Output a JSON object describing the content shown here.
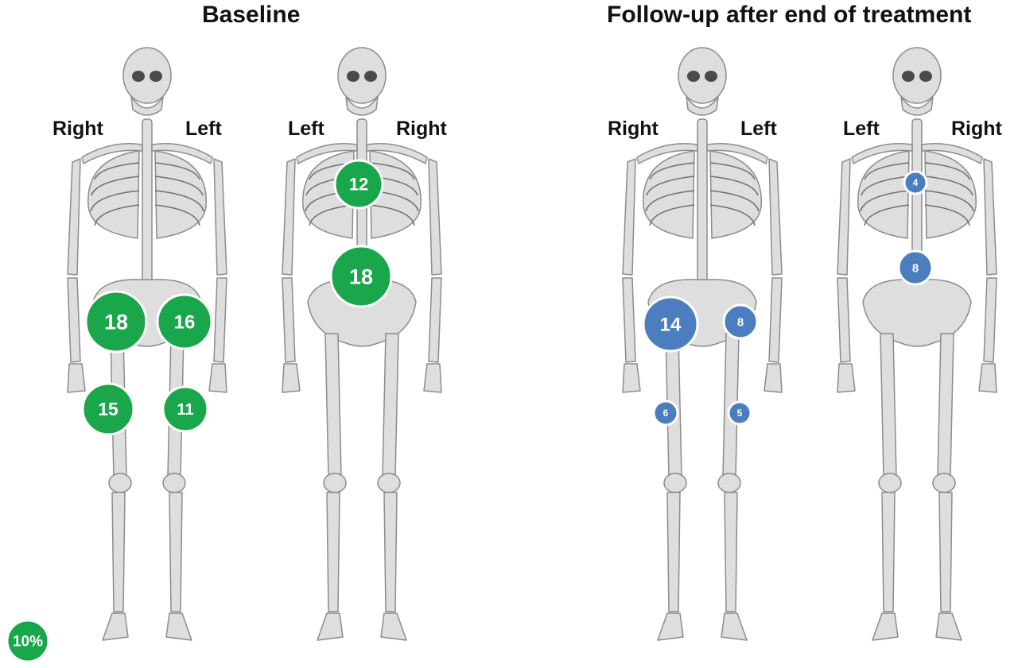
{
  "titles": {
    "baseline": "Baseline",
    "followup": "Follow-up after end of treatment"
  },
  "side_labels": {
    "baseline_anterior_right": "Right",
    "baseline_anterior_left": "Left",
    "baseline_posterior_left": "Left",
    "baseline_posterior_right": "Right",
    "followup_anterior_right": "Right",
    "followup_anterior_left": "Left",
    "followup_posterior_left": "Left",
    "followup_posterior_right": "Right"
  },
  "colors": {
    "baseline": "#1aa64a",
    "followup": "#4a7ebf",
    "bone": "#dcdcdc",
    "bone_outline": "#8a8a8a"
  },
  "legend": {
    "label": "10%"
  },
  "bubbles": {
    "baseline": [
      {
        "site": "right-hip",
        "value": "18"
      },
      {
        "site": "left-hip",
        "value": "16"
      },
      {
        "site": "right-knee",
        "value": "15"
      },
      {
        "site": "left-knee",
        "value": "11"
      },
      {
        "site": "thoracic-spine",
        "value": "12"
      },
      {
        "site": "lumbar-spine",
        "value": "18"
      }
    ],
    "followup": [
      {
        "site": "right-hip",
        "value": "14"
      },
      {
        "site": "left-hip",
        "value": "8"
      },
      {
        "site": "right-knee",
        "value": "6"
      },
      {
        "site": "left-knee",
        "value": "5"
      },
      {
        "site": "thoracic-spine",
        "value": "4"
      },
      {
        "site": "lumbar-spine",
        "value": "8"
      }
    ]
  }
}
